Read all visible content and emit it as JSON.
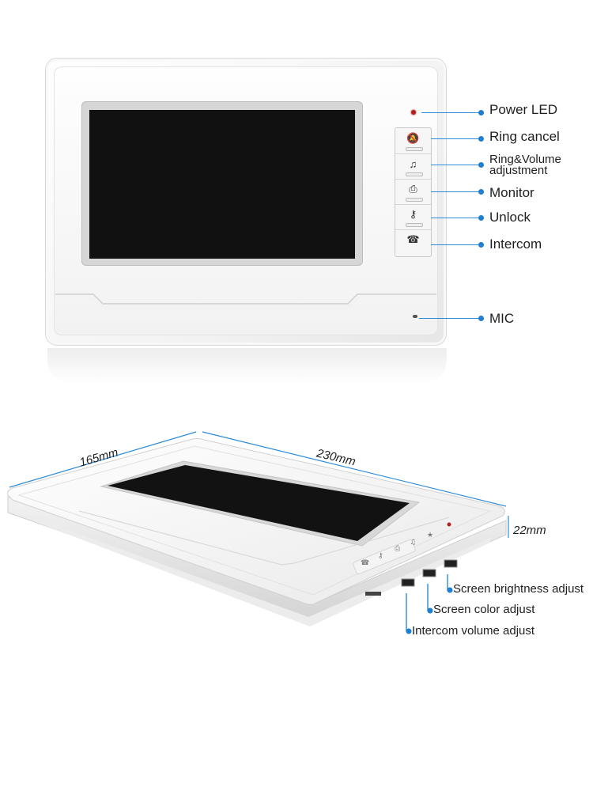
{
  "front": {
    "callouts": {
      "power_led": "Power LED",
      "ring_cancel": "Ring cancel",
      "ring_volume_line1": "Ring&Volume",
      "ring_volume_line2": "adjustment",
      "monitor": "Monitor",
      "unlock": "Unlock",
      "intercom": "Intercom",
      "mic": "MIC"
    },
    "buttons": [
      {
        "icon": "bell-mute-icon",
        "glyph": "🔕"
      },
      {
        "icon": "music-note-icon",
        "glyph": "♫"
      },
      {
        "icon": "monitor-icon",
        "glyph": "⎙"
      },
      {
        "icon": "key-icon",
        "glyph": "⚷"
      },
      {
        "icon": "phone-icon",
        "glyph": "☎"
      }
    ]
  },
  "side": {
    "dimensions": {
      "depth": "165mm",
      "width": "230mm",
      "thickness": "22mm"
    },
    "ports": {
      "brightness": "Screen brightness adjust",
      "color": "Screen color adjust",
      "intercom_volume": "Intercom volume adjust"
    }
  },
  "colors": {
    "accent": "#1e7fd0",
    "led": "#b32222",
    "screen": "#111111"
  }
}
